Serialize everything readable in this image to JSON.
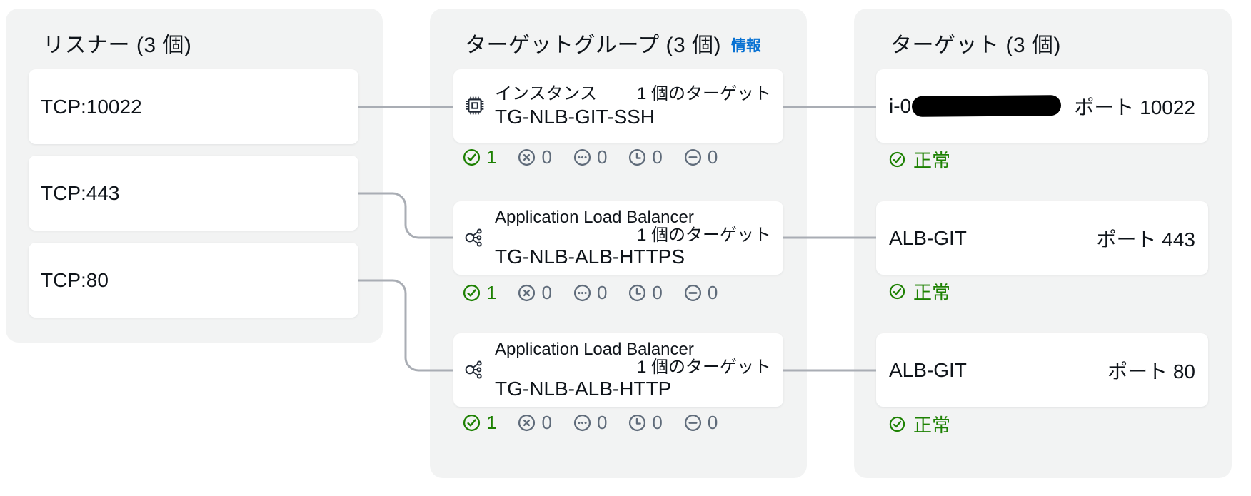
{
  "listeners_panel": {
    "title": "リスナー (3 個)",
    "items": [
      {
        "protocol_port": "TCP:10022"
      },
      {
        "protocol_port": "TCP:443"
      },
      {
        "protocol_port": "TCP:80"
      }
    ]
  },
  "target_groups_panel": {
    "title": "ターゲットグループ (3 個)",
    "info_link": "情報",
    "groups": [
      {
        "type": "インスタンス",
        "name": "TG-NLB-GIT-SSH",
        "targets_summary": "1 個のターゲット",
        "icon": "instance-chip-icon",
        "counts": {
          "healthy": "1",
          "unhealthy": "0",
          "pending": "0",
          "initial": "0",
          "unused": "0"
        }
      },
      {
        "type": "Application Load Balancer",
        "name": "TG-NLB-ALB-HTTPS",
        "targets_summary": "1 個のターゲット",
        "icon": "load-balancer-icon",
        "counts": {
          "healthy": "1",
          "unhealthy": "0",
          "pending": "0",
          "initial": "0",
          "unused": "0"
        }
      },
      {
        "type": "Application Load Balancer",
        "name": "TG-NLB-ALB-HTTP",
        "targets_summary": "1 個のターゲット",
        "icon": "load-balancer-icon",
        "counts": {
          "healthy": "1",
          "unhealthy": "0",
          "pending": "0",
          "initial": "0",
          "unused": "0"
        }
      }
    ]
  },
  "targets_panel": {
    "title": "ターゲット (3 個)",
    "targets": [
      {
        "id_visible": "i-0",
        "id_redacted": true,
        "port": "ポート 10022",
        "health_status": "正常"
      },
      {
        "id_visible": "ALB-GIT",
        "id_redacted": false,
        "port": "ポート 443",
        "health_status": "正常"
      },
      {
        "id_visible": "ALB-GIT",
        "id_redacted": false,
        "port": "ポート 80",
        "health_status": "正常"
      }
    ]
  },
  "colors": {
    "panel_bg": "#f2f3f3",
    "card_bg": "#ffffff",
    "success_green": "#1d8102",
    "link_blue": "#0972d3",
    "neutral_gray": "#5f6b7a",
    "wire_gray": "#a9adb4",
    "text": "#0f141a"
  }
}
